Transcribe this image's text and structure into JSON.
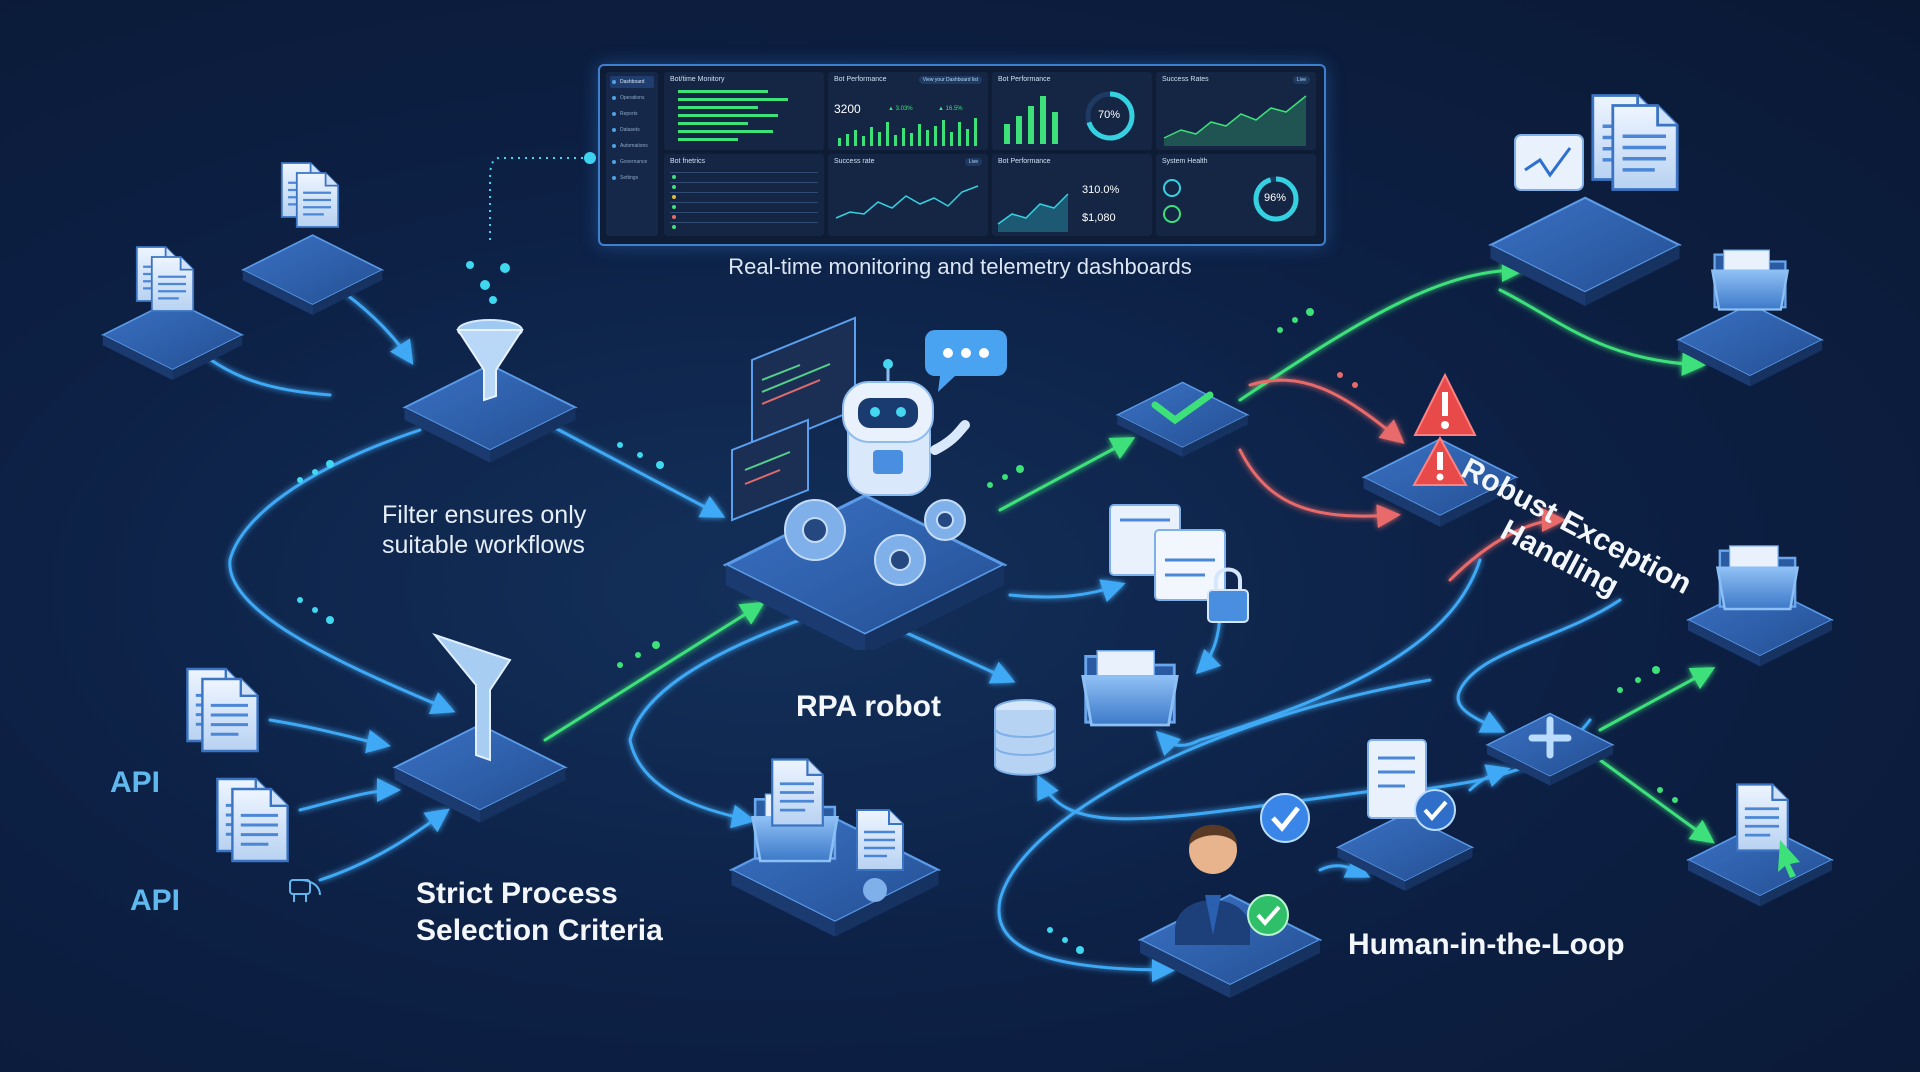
{
  "labels": {
    "dashboard_caption": "Real-time monitoring and telemetry dashboards",
    "filter_line1": "Filter ensures only",
    "filter_line2": "suitable workflows",
    "rpa_robot": "RPA robot",
    "strict_line1": "Strict Process",
    "strict_line2": "Selection Criteria",
    "human_in_loop": "Human-in-the-Loop",
    "robust_line1": "Robust Exception",
    "robust_line2": "Handling",
    "api_top": "API",
    "api_bottom": "API"
  },
  "dashboard": {
    "sidebar_items": [
      "Dashboard",
      "Operations",
      "Reports",
      "Datasets",
      "Automations",
      "Governance",
      "Settings"
    ],
    "panels": {
      "bot_monitor_title": "Bot/time Monitory",
      "bot_perf_title": "Bot Performance",
      "bot_perf_value": "3200",
      "bot_perf_pill": "View your Dashboard list",
      "bot_perf_stat1": "▲ 3.03%",
      "bot_perf_stat2": "▲ 16.5%",
      "bot_perf2_title": "Bot Performance",
      "bot_perf2_gauge": "70%",
      "success_rates_title": "Success Rates",
      "success_rates_pill": "Live",
      "bot_metrics_title": "Bot fnetrics",
      "success_rate_title": "Success rate",
      "success_rate_pill": "Live",
      "bot_perf3_title": "Bot Performance",
      "bot_perf3_value1": "310.0%",
      "bot_perf3_value2": "$1,080",
      "system_health_title": "System Health",
      "system_health_gauge": "96%"
    }
  },
  "colors": {
    "background": "#0d2146",
    "flow_blue": "#3fa9f5",
    "flow_green": "#3ee07a",
    "flow_red": "#e86a6a",
    "platform_top": "#2f5fa8",
    "accent_cyan": "#36d1e0"
  },
  "icons": [
    "document-icon",
    "funnel-icon",
    "robot-icon",
    "gear-icon",
    "chat-bubble-icon",
    "checkmark-icon",
    "warning-icon",
    "folder-icon",
    "database-icon",
    "lock-icon",
    "plus-icon",
    "person-icon",
    "plug-icon",
    "cursor-icon"
  ]
}
